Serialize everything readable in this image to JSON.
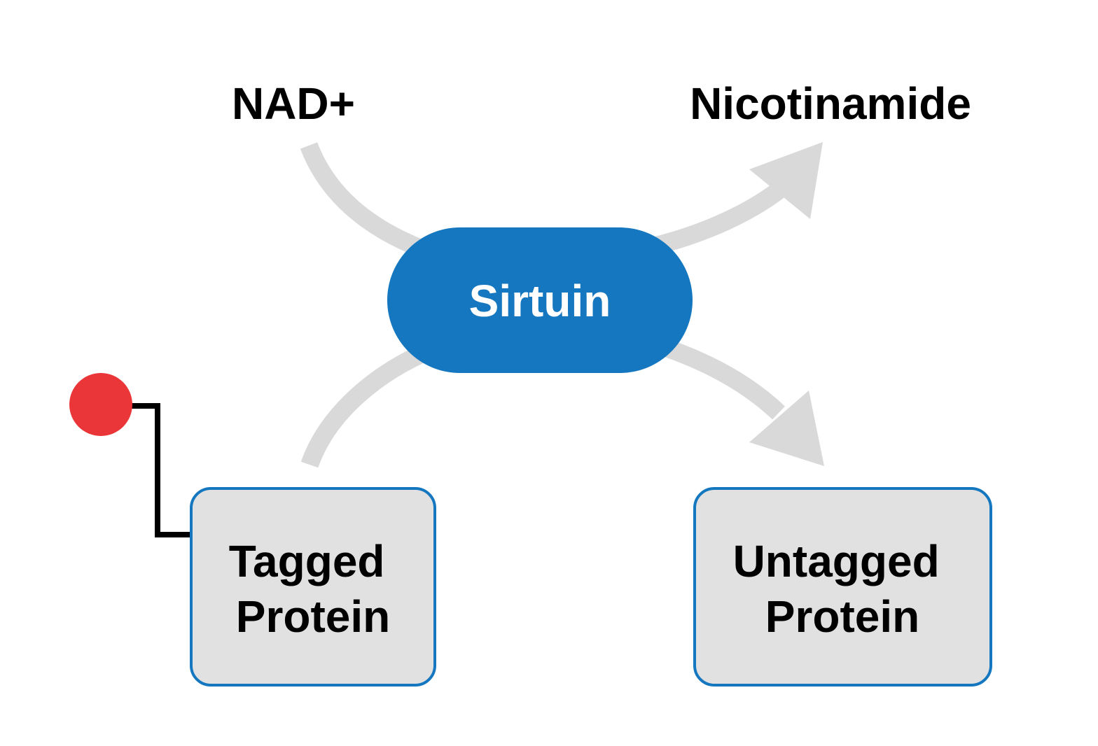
{
  "nodes": {
    "nad": {
      "label": "NAD+"
    },
    "nicotinamide": {
      "label": "Nicotinamide"
    },
    "enzyme": {
      "label": "Sirtuin"
    },
    "tagged_protein": {
      "line1": "Tagged",
      "line2": "Protein"
    },
    "untagged_protein": {
      "line1": "Untagged",
      "line2": "Protein"
    }
  },
  "colors": {
    "enzyme_fill": "#1477BF",
    "protein_fill": "#E1E1E1",
    "protein_border": "#1477BF",
    "arrow": "#D9D9D9",
    "tag_dot": "#EB3639",
    "tag_line": "#000000",
    "text": "#000000",
    "enzyme_text": "#FFFFFF"
  }
}
